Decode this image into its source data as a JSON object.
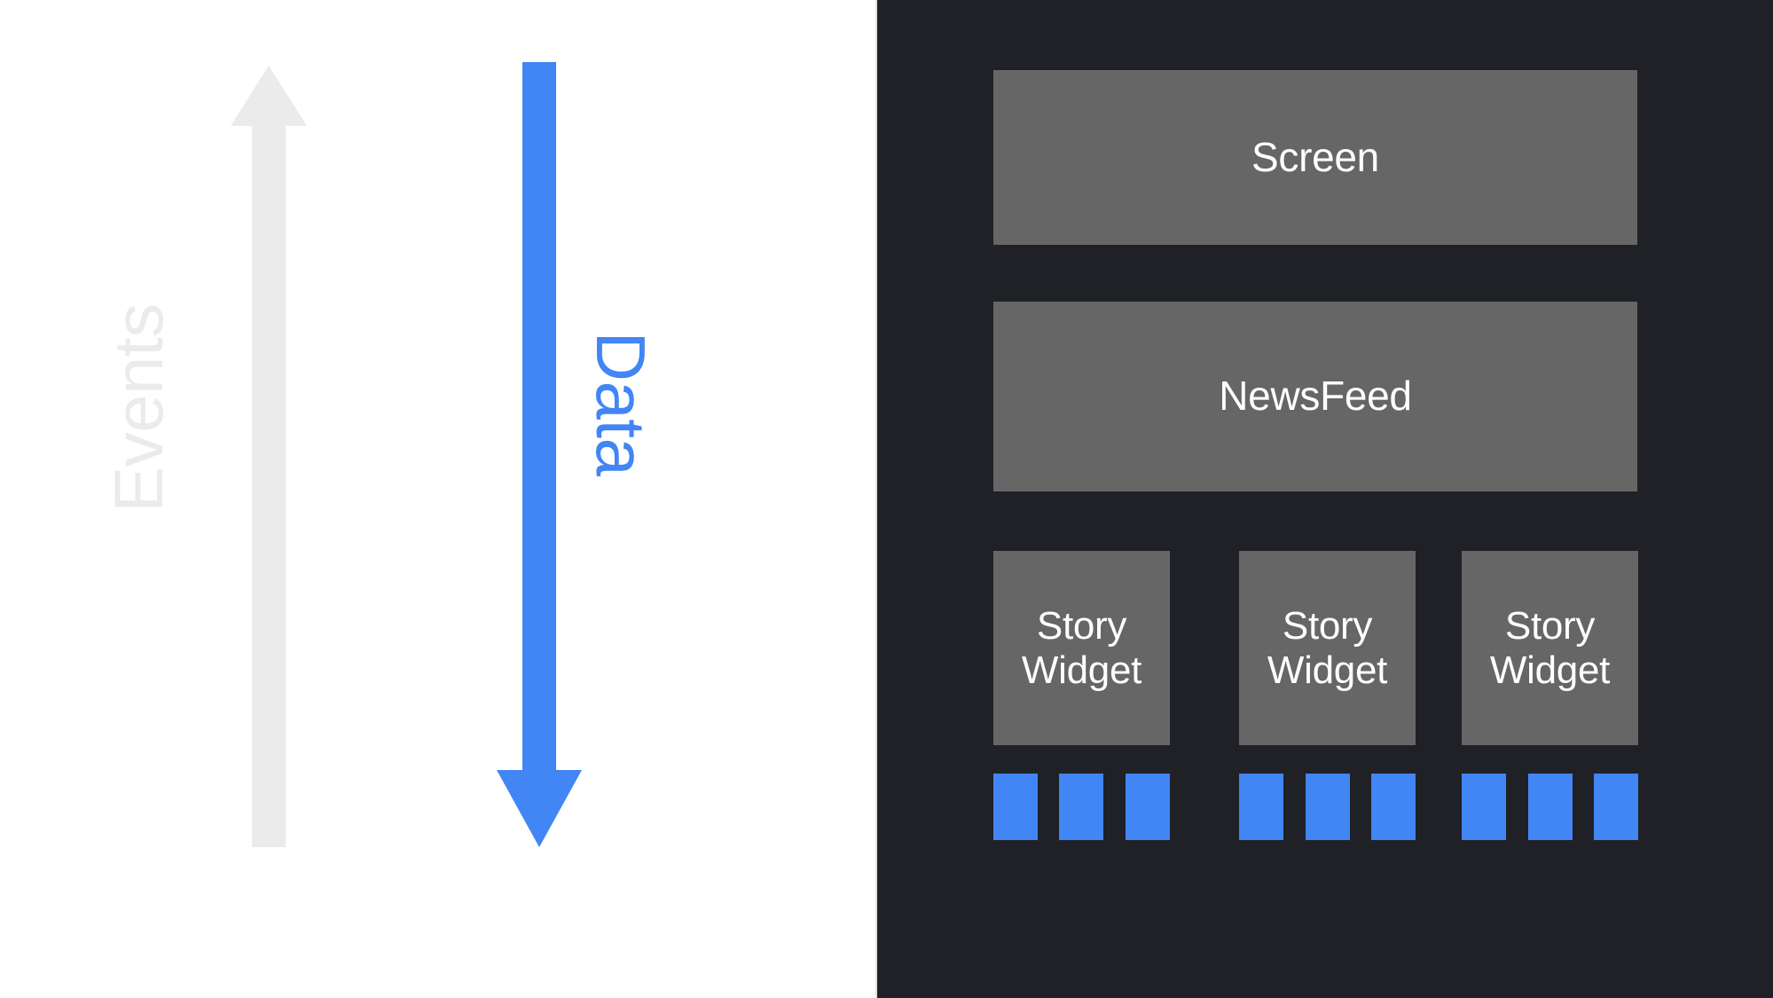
{
  "diagram": {
    "title": "Unidirectional data flow component tree",
    "colors": {
      "background_light": "#ffffff",
      "background_dark": "#1f2126",
      "node_fill": "#666666",
      "accent_blue": "#4285f4",
      "muted_gray": "#ebebeb",
      "node_text": "#ffffff",
      "divider": "#dfe3e6"
    }
  },
  "flows": [
    {
      "id": "events",
      "label": "Events",
      "direction": "up",
      "color": "#ebebeb",
      "icon": "arrow-up-icon"
    },
    {
      "id": "data",
      "label": "Data",
      "direction": "down",
      "color": "#4285f4",
      "icon": "arrow-down-icon"
    }
  ],
  "tree": {
    "root": {
      "label": "Screen"
    },
    "middle": {
      "label": "NewsFeed"
    },
    "leaves": [
      {
        "label": "Story\nWidget",
        "children": [
          "",
          "",
          ""
        ]
      },
      {
        "label": "Story\nWidget",
        "children": [
          "",
          "",
          ""
        ]
      },
      {
        "label": "Story\nWidget",
        "children": [
          "",
          "",
          ""
        ]
      }
    ]
  }
}
